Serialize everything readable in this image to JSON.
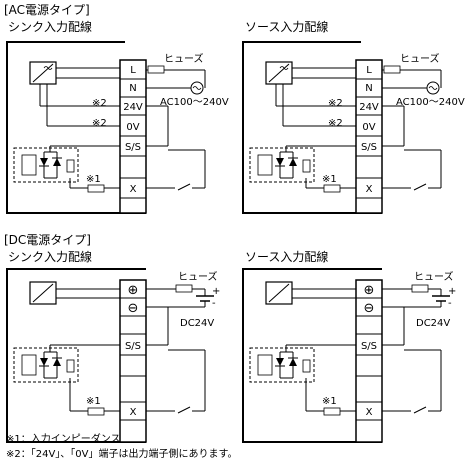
{
  "ac_section": {
    "title": "[AC電源タイプ]",
    "sink_title": "シンク入力配線",
    "source_title": "ソース入力配線"
  },
  "dc_section": {
    "title": "[DC電源タイプ]",
    "sink_title": "シンク入力配線",
    "source_title": "ソース入力配線"
  },
  "labels": {
    "fuse": "ヒューズ",
    "ac_supply": "AC100～240V",
    "dc_supply": "DC24V",
    "mark_1": "※1",
    "mark_2": "※2",
    "terminal_L": "L",
    "terminal_N": "N",
    "terminal_24V": "24V",
    "terminal_0V": "0V",
    "terminal_SS": "S/S",
    "terminal_X": "X",
    "plus_symbol": "⊕",
    "minus_symbol": "⊖",
    "battery_plus": "+",
    "battery_minus": "-"
  },
  "notes": [
    "※1：入力インピーダンス",
    "※2：「24V」、「0V」端子は出力端子側にあります。"
  ]
}
